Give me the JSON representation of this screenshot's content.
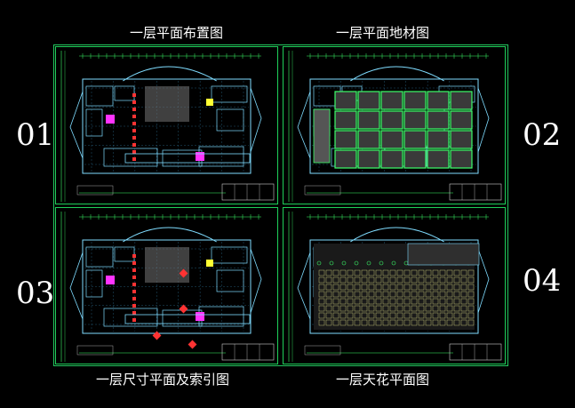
{
  "sheets": [
    {
      "caption": "一层平面布置图",
      "number": "01"
    },
    {
      "caption": "一层平面地材图",
      "number": "02"
    },
    {
      "caption": "一层尺寸平面及索引图",
      "number": "03"
    },
    {
      "caption": "一层天花平面图",
      "number": "04"
    }
  ],
  "colors": {
    "background": "#000000",
    "frame": "#22c55e",
    "wall": "#7fdcff",
    "dimension": "#3cff6a",
    "accent_magenta": "#ff33ff",
    "accent_yellow": "#ffff33",
    "accent_red": "#ff3333"
  }
}
